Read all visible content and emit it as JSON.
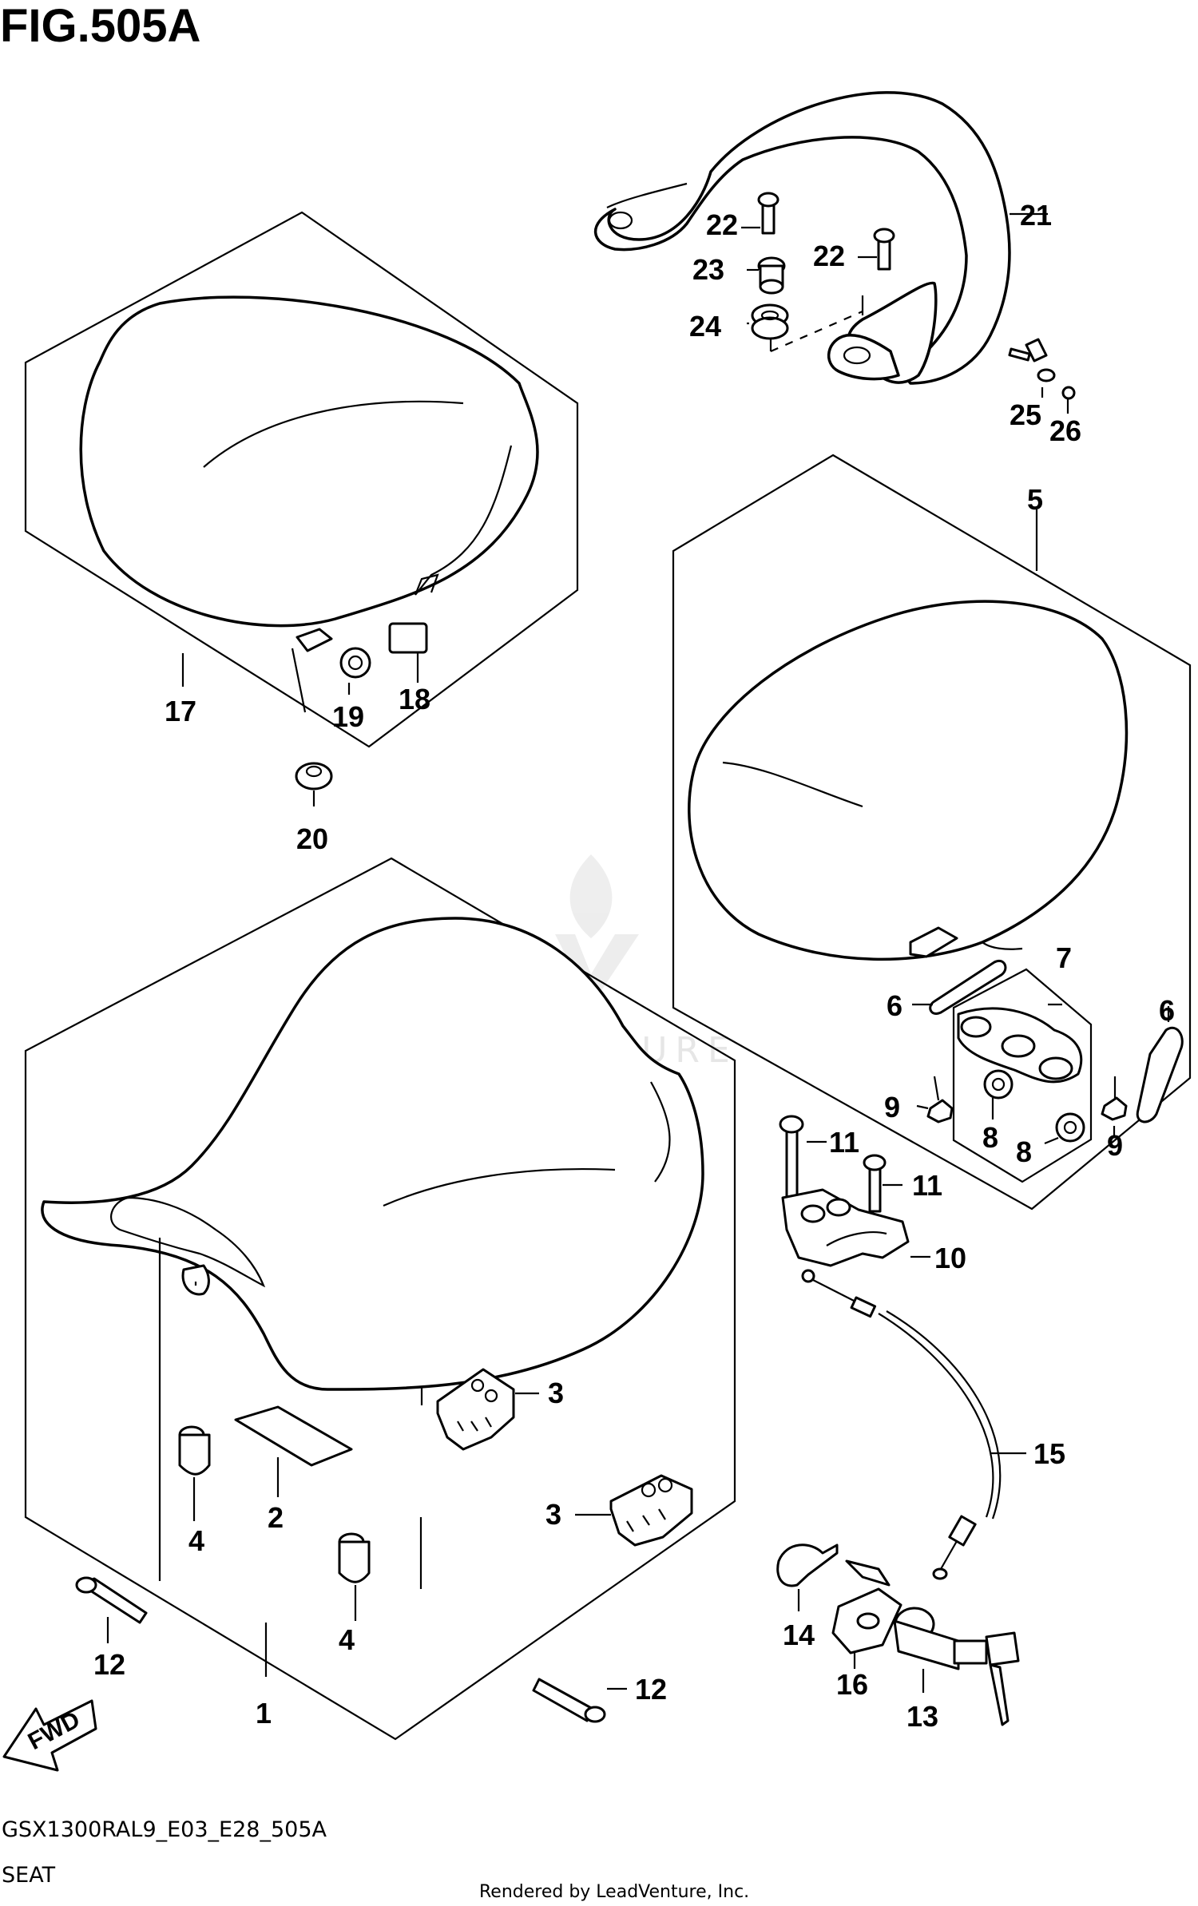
{
  "figure": {
    "title": "FIG.505A",
    "model_code": "GSX1300RAL9_E03_E28_505A",
    "section": "SEAT",
    "credit": "Rendered by LeadVenture, Inc.",
    "watermark": "LEADVENTURE",
    "fwd_label": "FWD"
  },
  "callouts": {
    "c1": "1",
    "c2": "2",
    "c3a": "3",
    "c3b": "3",
    "c4a": "4",
    "c4b": "4",
    "c5": "5",
    "c6a": "6",
    "c6b": "6",
    "c7": "7",
    "c8a": "8",
    "c8b": "8",
    "c9a": "9",
    "c9b": "9",
    "c10": "10",
    "c11a": "11",
    "c11b": "11",
    "c12a": "12",
    "c12b": "12",
    "c13": "13",
    "c14": "14",
    "c15": "15",
    "c16": "16",
    "c17": "17",
    "c18": "18",
    "c19": "19",
    "c20": "20",
    "c21": "21",
    "c22a": "22",
    "c22b": "22",
    "c23": "23",
    "c24": "24",
    "c25": "25",
    "c26": "26"
  }
}
